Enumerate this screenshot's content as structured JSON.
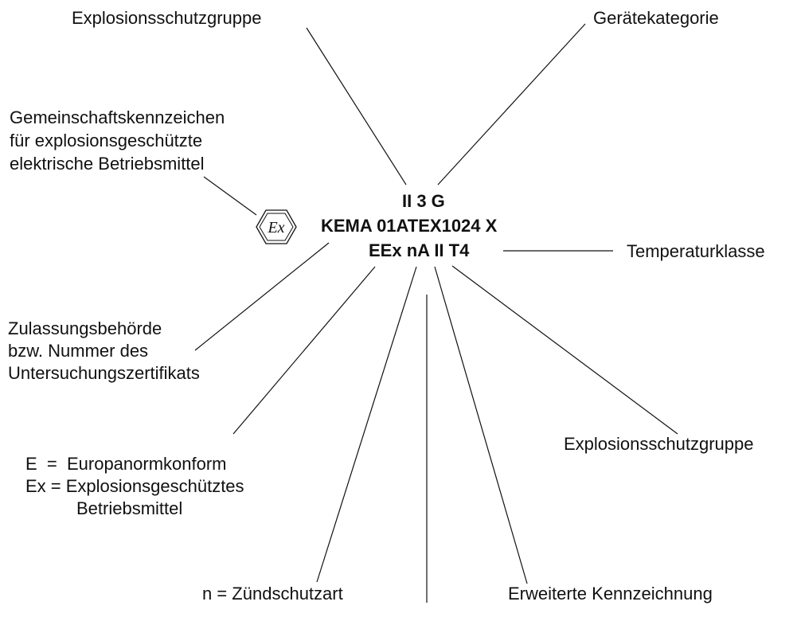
{
  "marking": {
    "line1": "II 3 G",
    "line2": "KEMA 01ATEX1024 X",
    "line3": "EEx nA II T4"
  },
  "labels": {
    "group_top": "Explosionsschutzgruppe",
    "category": "Gerätekategorie",
    "community_mark": [
      "Gemeinschaftskennzeichen",
      "für explosionsgeschützte",
      "elektrische Betriebsmittel"
    ],
    "temperature_class": "Temperaturklasse",
    "authority": [
      "Zulassungsbehörde",
      "bzw. Nummer des",
      "Untersuchungszertifikats"
    ],
    "group_right": "Explosionsschutzgruppe",
    "e_definitions": [
      "E  =  Europanormkonform",
      "Ex = Explosionsgeschütztes",
      "Betriebsmittel"
    ],
    "ignition": "n = Zündschutzart",
    "extended": "Erweiterte Kennzeichnung"
  },
  "icons": {
    "ex_symbol": "ex-hexagon-icon",
    "ex_text": "Ex"
  }
}
